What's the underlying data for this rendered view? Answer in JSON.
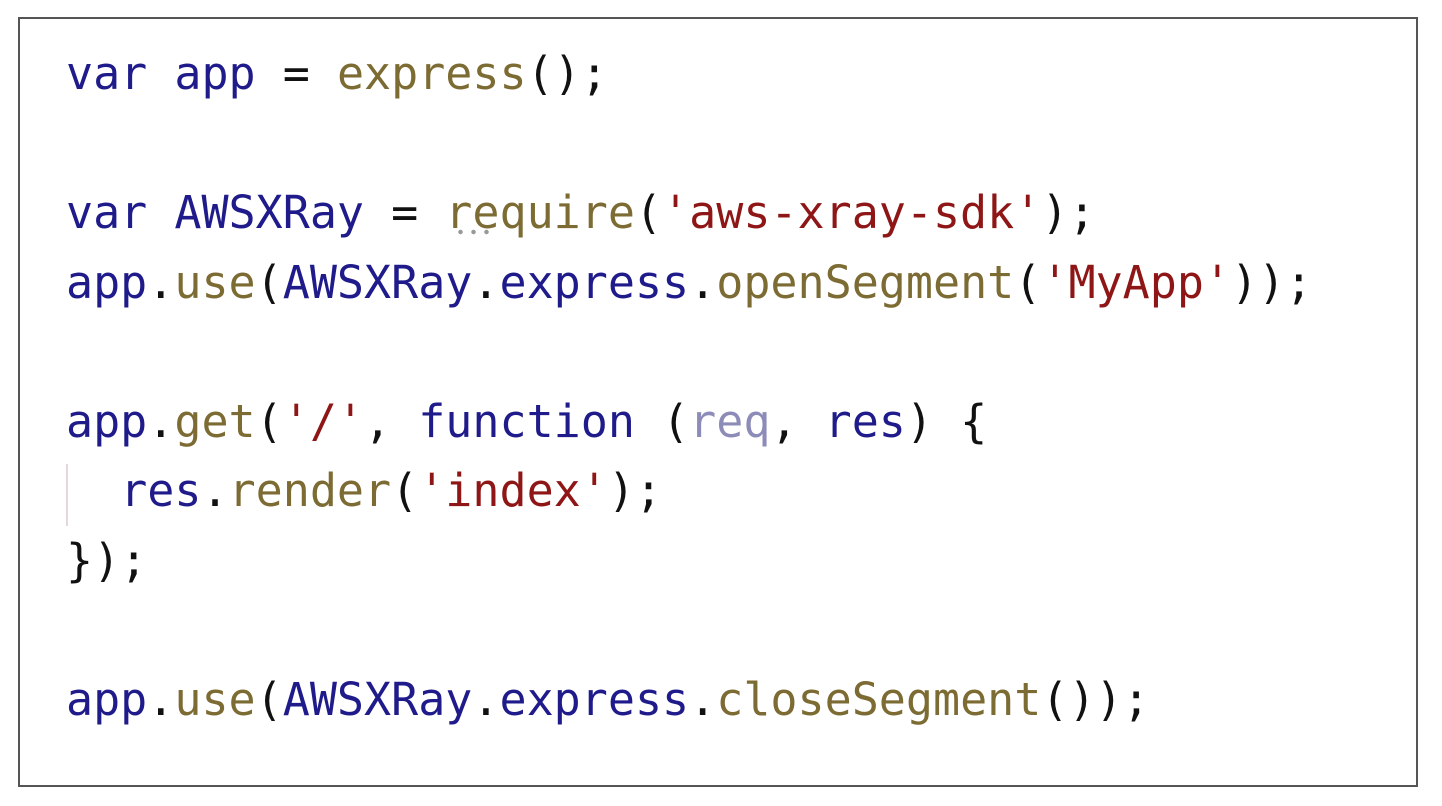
{
  "colors": {
    "keyword": "#1f1b8a",
    "function": "#7c6b33",
    "string": "#8e1616",
    "punct": "#111111",
    "param_unused": "#8d8cb8"
  },
  "code_lines": [
    [
      [
        "k",
        "var app "
      ],
      [
        "p",
        "= "
      ],
      [
        "f",
        "express"
      ],
      [
        "p",
        "();"
      ]
    ],
    [],
    [
      [
        "k",
        "var AWSXRay "
      ],
      [
        "p",
        "= "
      ],
      [
        "f",
        "require"
      ],
      [
        "p",
        "("
      ],
      [
        "s",
        "'aws-xray-sdk'"
      ],
      [
        "p",
        ");"
      ]
    ],
    [
      [
        "k",
        "app"
      ],
      [
        "p",
        "."
      ],
      [
        "f",
        "use"
      ],
      [
        "p",
        "("
      ],
      [
        "k",
        "AWSXRay"
      ],
      [
        "p",
        "."
      ],
      [
        "k",
        "express"
      ],
      [
        "p",
        "."
      ],
      [
        "f",
        "openSegment"
      ],
      [
        "p",
        "("
      ],
      [
        "s",
        "'MyApp'"
      ],
      [
        "p",
        "));"
      ]
    ],
    [],
    [
      [
        "k",
        "app"
      ],
      [
        "p",
        "."
      ],
      [
        "f",
        "get"
      ],
      [
        "p",
        "("
      ],
      [
        "s",
        "'/'"
      ],
      [
        "p",
        ", "
      ],
      [
        "k",
        "function "
      ],
      [
        "p",
        "("
      ],
      [
        "g",
        "req"
      ],
      [
        "p",
        ", "
      ],
      [
        "k",
        "res"
      ],
      [
        "p",
        ") {"
      ]
    ],
    [
      [
        "p",
        "  "
      ],
      [
        "k",
        "res"
      ],
      [
        "p",
        "."
      ],
      [
        "f",
        "render"
      ],
      [
        "p",
        "("
      ],
      [
        "s",
        "'index'"
      ],
      [
        "p",
        ");"
      ]
    ],
    [
      [
        "p",
        "});"
      ]
    ],
    [],
    [
      [
        "k",
        "app"
      ],
      [
        "p",
        "."
      ],
      [
        "f",
        "use"
      ],
      [
        "p",
        "("
      ],
      [
        "k",
        "AWSXRay"
      ],
      [
        "p",
        "."
      ],
      [
        "k",
        "express"
      ],
      [
        "p",
        "."
      ],
      [
        "f",
        "closeSegment"
      ],
      [
        "p",
        "());"
      ]
    ]
  ]
}
